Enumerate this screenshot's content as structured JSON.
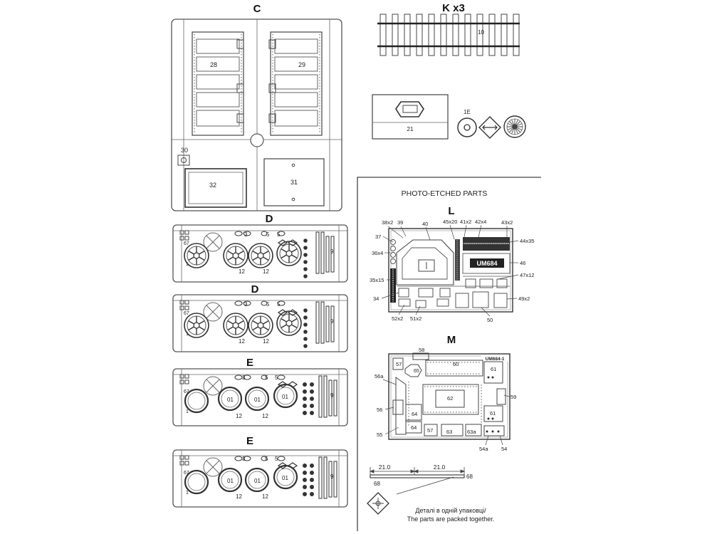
{
  "sprue_headers": {
    "c": "C",
    "d1": "D",
    "d2": "D",
    "e1": "E",
    "e2": "E"
  },
  "sprue_c": {
    "p28": "28",
    "p29": "29",
    "p30": "30",
    "p31": "31",
    "p32": "32"
  },
  "sprue_wheel": {
    "p67": "67",
    "p1": "1",
    "p12": "12",
    "p3": "3",
    "p5": "5",
    "p9": "9",
    "p01": "01"
  },
  "sprue_k": {
    "header": "K x3",
    "p10": "10"
  },
  "loose_parts": {
    "p21": "21",
    "p1e": "1E"
  },
  "photo_etched": {
    "title": "PHOTO-ETCHED PARTS",
    "sheet_l": "L",
    "sheet_m": "M",
    "l_stamp": "UM684",
    "m_stamp": "UM684-1",
    "l_labels": {
      "p38x2": "38x2",
      "p39": "39",
      "p40": "40",
      "p45x20": "45x20",
      "p41x2": "41x2",
      "p42x4": "42x4",
      "p43x2": "43x2",
      "p37": "37",
      "p44x35": "44x35",
      "p36x4": "36x4",
      "p46": "46",
      "p47x12": "47x12",
      "p35x15": "35x15",
      "p34": "34",
      "p49x2": "49x2",
      "p52x2": "52x2",
      "p51x2": "51x2",
      "p50": "50"
    },
    "m_labels": {
      "p58": "58",
      "p57a": "57",
      "p60": "60",
      "p56a": "56a",
      "p65": "65",
      "p61a": "61",
      "p62": "62",
      "p59": "59",
      "p56": "56",
      "p64a": "64",
      "p61b": "61",
      "p64b": "64",
      "p55": "55",
      "p57b": "57",
      "p63": "63",
      "p63a": "63a",
      "p54a": "54a",
      "p54": "54"
    },
    "dim1": "21.0",
    "dim2": "21.0",
    "p68a": "68",
    "p68b": "68",
    "note_ua": "Деталі в одній упаковці/",
    "note_en": "The parts are packed together."
  }
}
